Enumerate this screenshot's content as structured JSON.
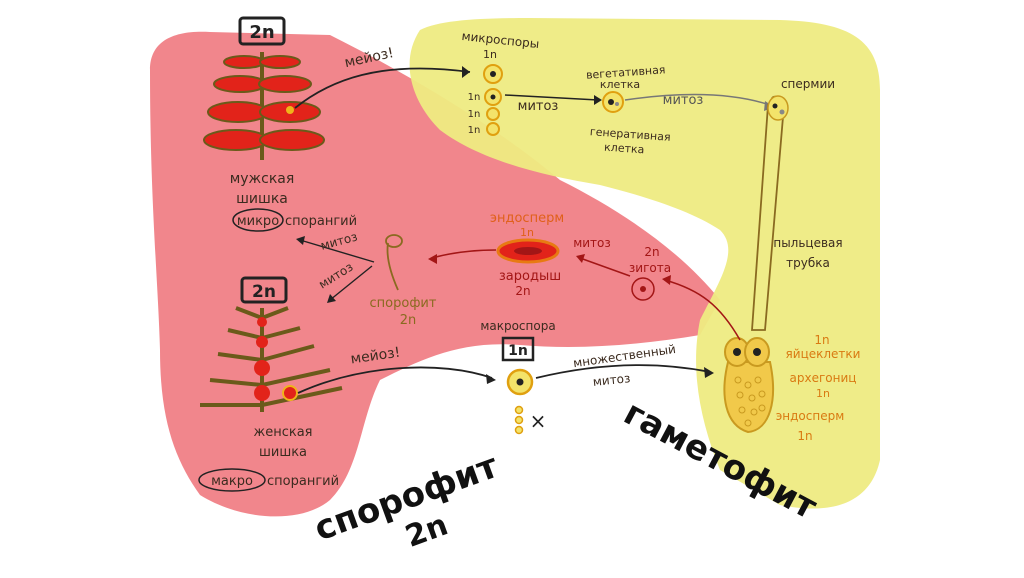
{
  "colors": {
    "sporophyte_zone": "#f07f86",
    "gametophyte_zone": "#eeeb82",
    "dark_text": "#3b2b1f",
    "orange_text": "#d97a12",
    "yellow_cell": "#f0b41a",
    "red_cell": "#e2231a",
    "branch": "#6b5a1a"
  },
  "labels": {
    "ploidy_2n_top": "2n",
    "ploidy_2n_mid": "2n",
    "meiosis_top": "мейоз!",
    "meiosis_bottom": "мейоз!",
    "microspores": "микроспоры",
    "microspores_1n": "1n",
    "spore_1n_a": "1n",
    "spore_1n_b": "1n",
    "spore_1n_c": "1n",
    "mitosis_1": "митоз",
    "vegetative_cell_1": "вегетативная",
    "vegetative_cell_2": "клетка",
    "mitosis_2": "митоз",
    "generative_cell_1": "генеративная",
    "generative_cell_2": "клетка",
    "sperms": "спермии",
    "male_cone_1": "мужская",
    "male_cone_2": "шишка",
    "micro_circled": "микро",
    "microsporangium_rest": "спорангий",
    "endosperm_label": "эндосперм",
    "endosperm_1n": "1n",
    "mitosis_3": "митоз",
    "mitosis_4": "митоз",
    "mitosis_5": "митоз",
    "embryo": "зародыш",
    "embryo_2n": "2n",
    "zygote_2n": "2n",
    "zygote": "зигота",
    "sporophyte_small": "спорофит",
    "sporophyte_small_2n": "2n",
    "pollen_tube_1": "пыльцевая",
    "pollen_tube_2": "трубка",
    "macrospore": "макроспора",
    "macrospore_1n": "1n",
    "multiple_1": "множественный",
    "multiple_2": "митоз",
    "egg_1n": "1n",
    "eggs": "яйцеклетки",
    "archegonium": "архегониц",
    "archegonium_1n": "1n",
    "endosperm_bottom": "эндосперм",
    "endosperm_bottom_1n": "1n",
    "female_cone_1": "женская",
    "female_cone_2": "шишка",
    "macro_circled": "макро",
    "macrosporangium_rest": "спорангий",
    "sporophyte_big_1": "спорофит",
    "sporophyte_big_2": "2n",
    "gametophyte_big": "гаметофит",
    "cross_mark": "×"
  }
}
